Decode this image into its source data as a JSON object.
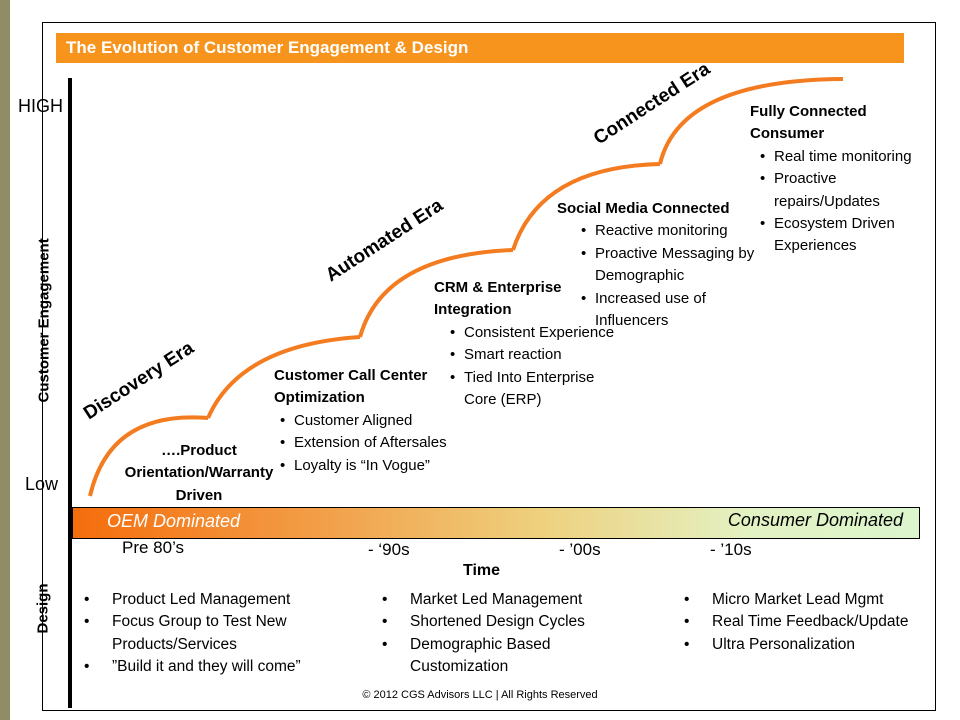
{
  "title": "The Evolution of Customer Engagement & Design",
  "y_axis": {
    "label": "Customer  Engagement",
    "high": "HIGH",
    "low": "Low"
  },
  "design_axis_label": "Design",
  "eras": [
    "Discovery Era",
    "Automated Era",
    "Connected Era"
  ],
  "stage_product": "….Product Orientation/Warranty Driven",
  "stages": [
    {
      "heading": "Customer Call Center Optimization",
      "bullets": [
        "Customer Aligned",
        "Extension of Aftersales",
        "Loyalty is “In Vogue”"
      ]
    },
    {
      "heading": "CRM & Enterprise Integration",
      "bullets": [
        "Consistent Experience",
        "Smart reaction",
        "Tied Into Enterprise Core (ERP)"
      ]
    },
    {
      "heading": "Social Media Connected",
      "bullets": [
        "Reactive monitoring",
        "Proactive Messaging by Demographic",
        "Increased use of Influencers"
      ]
    },
    {
      "heading": "Fully Connected Consumer",
      "bullets": [
        "Real time monitoring",
        "Proactive repairs/Updates",
        "Ecosystem Driven Experiences"
      ]
    }
  ],
  "band": {
    "left": "OEM Dominated",
    "right": "Consumer Dominated"
  },
  "time_ticks": [
    "Pre  80’s",
    "- ‘90s",
    "- ’00s",
    "- ’10s"
  ],
  "time_label": "Time",
  "design_columns": [
    [
      "Product  Led Management",
      "Focus Group to Test New Products/Services",
      "”Build it and they will come”"
    ],
    [
      "Market  Led Management",
      "Shortened Design Cycles",
      "Demographic Based Customization"
    ],
    [
      "Micro Market Lead Mgmt",
      "Real Time Feedback/Update",
      "Ultra Personalization"
    ]
  ],
  "copyright": "© 2012 CGS Advisors LLC  |  All Rights Reserved",
  "colors": {
    "accent": "#f7941d",
    "curve": "#f47c20",
    "stripe": "#8f8d66"
  }
}
